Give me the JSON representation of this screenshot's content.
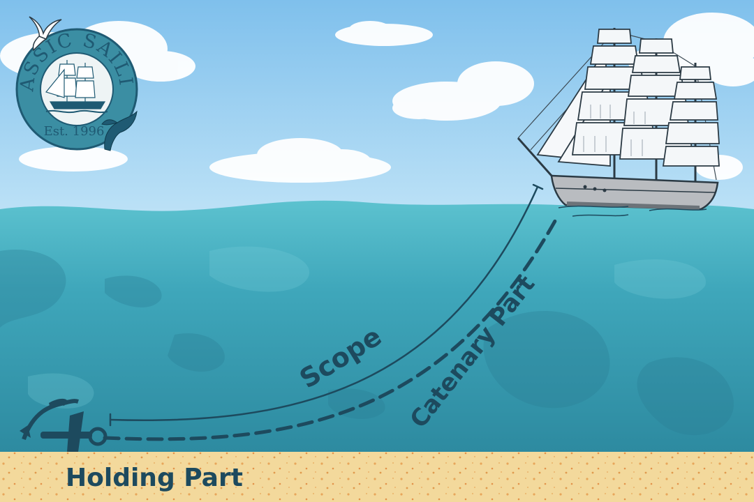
{
  "logo": {
    "arc_text": "CLASSIC SAILING",
    "established": "Est. 1996"
  },
  "labels": {
    "scope": "Scope",
    "catenary": "Catenary Part",
    "holding": "Holding Part"
  },
  "colors": {
    "sky": "#8fc8ee",
    "sea_surface": "#4db6c6",
    "sea_deep": "#2f8ea4",
    "seabed": "#f2d89a",
    "line": "#1d4a5e",
    "text": "#1d4a5e"
  },
  "icons": [
    "anchor-icon",
    "sailing-ship-icon",
    "seagull-icon",
    "whale-tail-icon"
  ]
}
